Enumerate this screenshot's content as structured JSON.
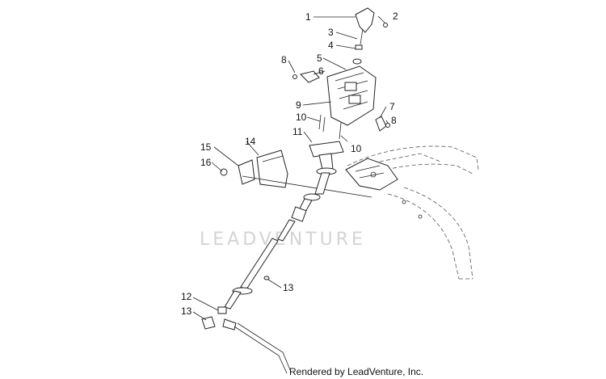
{
  "diagram": {
    "callouts": [
      {
        "id": "c1",
        "text": "1"
      },
      {
        "id": "c2",
        "text": "2"
      },
      {
        "id": "c3",
        "text": "3"
      },
      {
        "id": "c4",
        "text": "4"
      },
      {
        "id": "c5",
        "text": "5"
      },
      {
        "id": "c6",
        "text": "6"
      },
      {
        "id": "c7",
        "text": "7"
      },
      {
        "id": "c8a",
        "text": "8"
      },
      {
        "id": "c8b",
        "text": "8"
      },
      {
        "id": "c9",
        "text": "9"
      },
      {
        "id": "c10a",
        "text": "10"
      },
      {
        "id": "c10b",
        "text": "10"
      },
      {
        "id": "c11",
        "text": "11"
      },
      {
        "id": "c12",
        "text": "12"
      },
      {
        "id": "c13a",
        "text": "13"
      },
      {
        "id": "c13b",
        "text": "13"
      },
      {
        "id": "c14",
        "text": "14"
      },
      {
        "id": "c15",
        "text": "15"
      },
      {
        "id": "c16",
        "text": "16"
      }
    ],
    "watermark": "LEADVENTURE",
    "credit": "Rendered by LeadVenture, Inc."
  }
}
